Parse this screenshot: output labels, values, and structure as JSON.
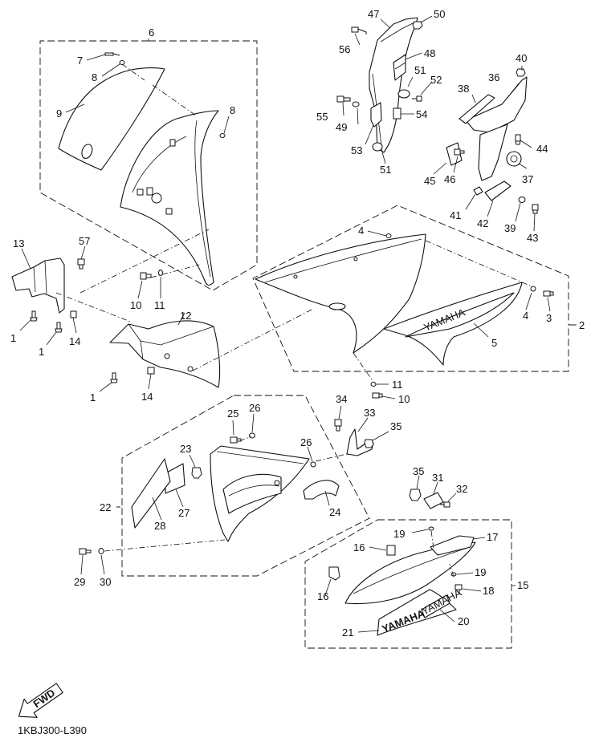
{
  "document_code": "1KBJ300-L390",
  "forward_label": "FWD",
  "decals": {
    "tail_brand": "YAMAHA",
    "tail_small": "YAMAHA",
    "side_brand": "YAMAHA"
  },
  "callouts": {
    "c1": "1",
    "c2": "2",
    "c3": "3",
    "c4": "4",
    "c5": "5",
    "c6": "6",
    "c7": "7",
    "c8": "8",
    "c9": "9",
    "c10": "10",
    "c11": "11",
    "c12": "12",
    "c13": "13",
    "c14": "14",
    "c15": "15",
    "c16": "16",
    "c17": "17",
    "c18": "18",
    "c19": "19",
    "c20": "20",
    "c21": "21",
    "c22": "22",
    "c23": "23",
    "c24": "24",
    "c25": "25",
    "c26": "26",
    "c27": "27",
    "c28": "28",
    "c29": "29",
    "c30": "30",
    "c31": "31",
    "c32": "32",
    "c33": "33",
    "c34": "34",
    "c35": "35",
    "c36": "36",
    "c37": "37",
    "c38": "38",
    "c39": "39",
    "c40": "40",
    "c41": "41",
    "c42": "42",
    "c43": "43",
    "c44": "44",
    "c45": "45",
    "c46": "46",
    "c47": "47",
    "c48": "48",
    "c49": "49",
    "c50": "50",
    "c51": "51",
    "c52": "52",
    "c53": "53",
    "c54": "54",
    "c55": "55",
    "c56": "56",
    "c57": "57"
  }
}
